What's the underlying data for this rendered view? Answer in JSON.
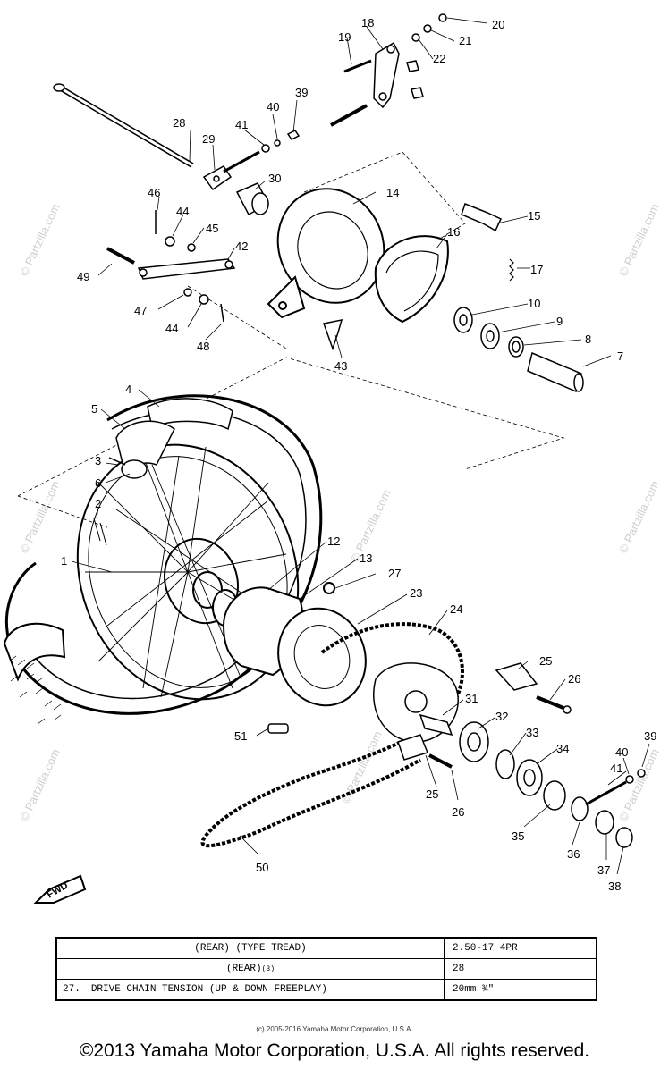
{
  "watermark": "© Partzilla.com",
  "fwd_label": "FWD",
  "callouts": {
    "n1": "1",
    "n2": "2",
    "n3": "3",
    "n4": "4",
    "n5": "5",
    "n6": "6",
    "n7": "7",
    "n8": "8",
    "n9": "9",
    "n10": "10",
    "n12": "12",
    "n13": "13",
    "n14": "14",
    "n15": "15",
    "n16": "16",
    "n17": "17",
    "n18": "18",
    "n19": "19",
    "n20": "20",
    "n21": "21",
    "n22": "22",
    "n23": "23",
    "n24": "24",
    "n25a": "25",
    "n25b": "25",
    "n26a": "26",
    "n26b": "26",
    "n27": "27",
    "n28": "28",
    "n29": "29",
    "n30": "30",
    "n31": "31",
    "n32": "32",
    "n33": "33",
    "n34": "34",
    "n35": "35",
    "n36": "36",
    "n37": "37",
    "n38": "38",
    "n39a": "39",
    "n39b": "39",
    "n40a": "40",
    "n40b": "40",
    "n41a": "41",
    "n41b": "41",
    "n42": "42",
    "n43": "43",
    "n44a": "44",
    "n44b": "44",
    "n45": "45",
    "n46": "46",
    "n47": "47",
    "n48": "48",
    "n49": "49",
    "n50": "50",
    "n51": "51"
  },
  "spec_table": {
    "rows": [
      {
        "label": "(REAR) (TYPE TREAD)",
        "value": "2.50-17  4PR"
      },
      {
        "label": "(REAR)",
        "label_sup": "(3)",
        "value": "28"
      },
      {
        "number": "27.",
        "label": "DRIVE CHAIN TENSION (UP & DOWN FREEPLAY)",
        "value": "20mm ¾\""
      }
    ]
  },
  "copyright_small": "(c) 2005-2016 Yamaha Motor Corporation, U.S.A.",
  "copyright_main": "©2013 Yamaha Motor Corporation, U.S.A. All rights reserved."
}
